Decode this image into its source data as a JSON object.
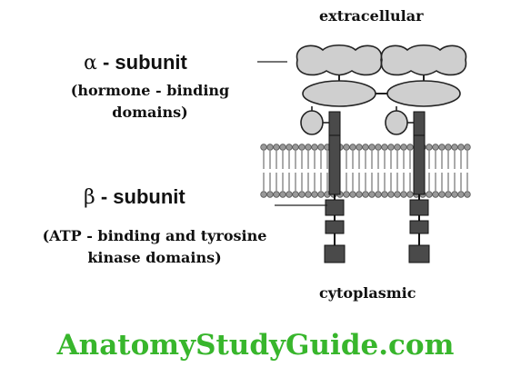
{
  "labels": {
    "extracellular": "extracellular",
    "cytoplasmic": "cytoplasmic",
    "alpha_symbol": "α",
    "alpha_name": " - subunit",
    "alpha_desc_line1": "(hormone - binding",
    "alpha_desc_line2": "domains)",
    "beta_symbol": "β",
    "beta_name": " - subunit",
    "beta_desc_line1": "(ATP - binding and tyrosine",
    "beta_desc_line2": "kinase domains)"
  },
  "watermark": "AnatomyStudyGuide.com",
  "colors": {
    "text": "#111111",
    "watermark": "#38b62c",
    "alpha_domain": "#cfcfcf",
    "beta_domain": "#4a4a4a",
    "lipid_head": "#999999"
  }
}
